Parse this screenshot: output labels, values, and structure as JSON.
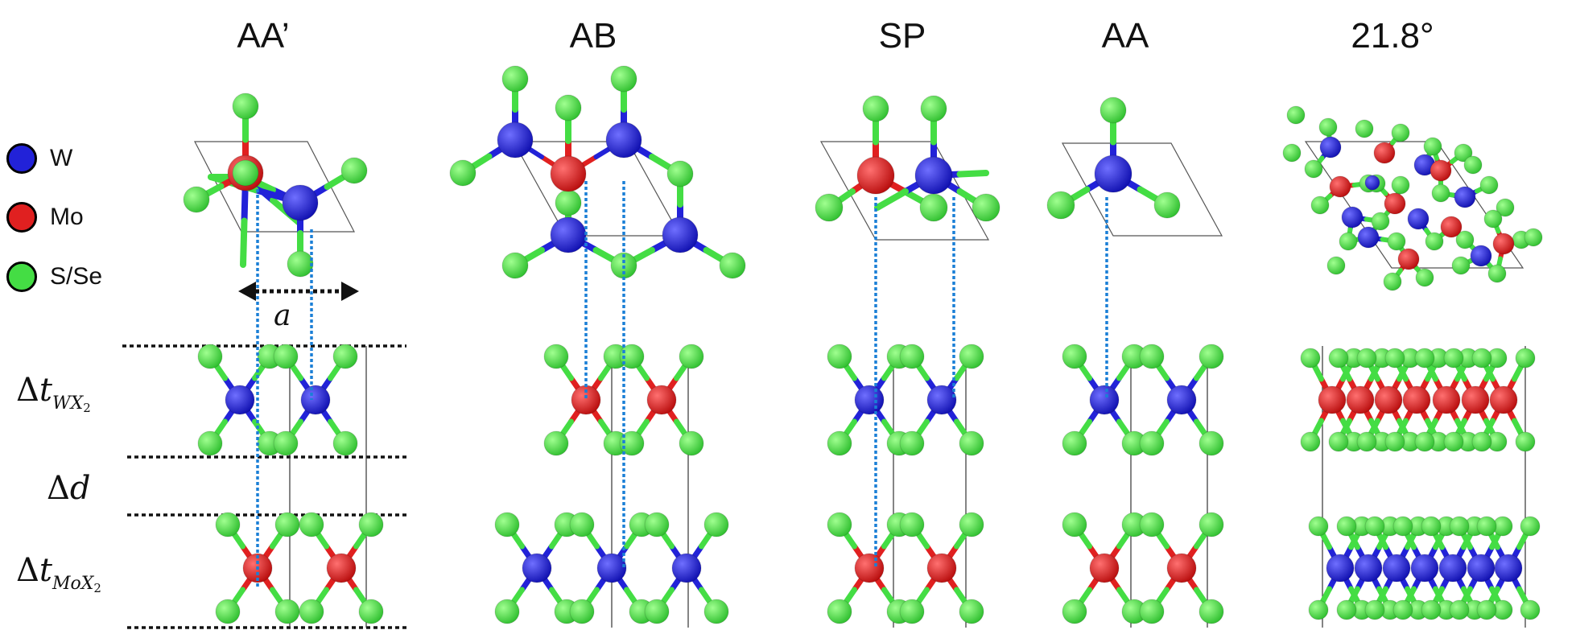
{
  "stacking_configs": [
    {
      "id": "aa-prime",
      "label": "AA’"
    },
    {
      "id": "ab",
      "label": "AB"
    },
    {
      "id": "sp",
      "label": "SP"
    },
    {
      "id": "aa",
      "label": "AA"
    },
    {
      "id": "twist",
      "label": "21.8°"
    }
  ],
  "legend": [
    {
      "label": "W",
      "color": "#2222d8"
    },
    {
      "label": "Mo",
      "color": "#e02020"
    },
    {
      "label": "S/Se",
      "color": "#44dd44"
    }
  ],
  "parameters": {
    "lattice": "a",
    "t_wx2": {
      "delta": "Δ",
      "t": "t",
      "sub": "WX",
      "sub2": "2"
    },
    "d": {
      "delta": "Δ",
      "t": "d"
    },
    "t_mox2": {
      "delta": "Δ",
      "t": "t",
      "sub": "MoX",
      "sub2": "2"
    }
  },
  "colors": {
    "W": "#2222d8",
    "Mo": "#e02020",
    "X": "#44dd44",
    "guide": "#1a7fd6"
  }
}
